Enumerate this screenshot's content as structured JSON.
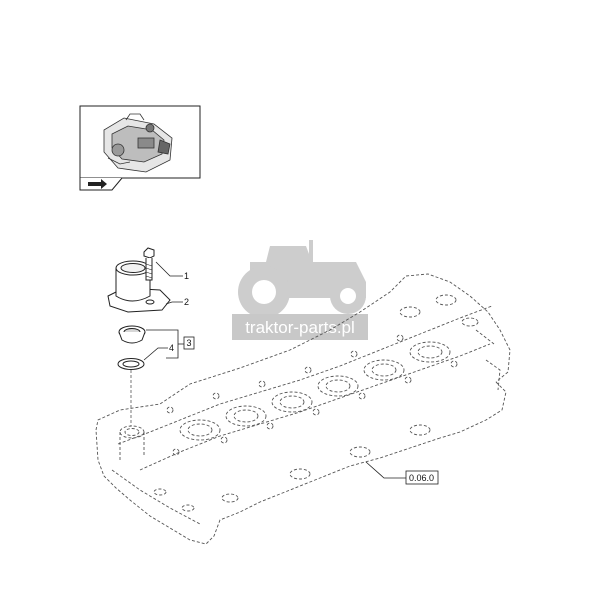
{
  "thumbnail": {
    "alt": "engine overview"
  },
  "callouts": [
    {
      "label": "1"
    },
    {
      "label": "2"
    },
    {
      "label": "3"
    },
    {
      "label": "4"
    }
  ],
  "reference": {
    "label": "0.06.0"
  },
  "watermark": {
    "text": "traktor-parts.pl",
    "color": "#c8c8c8"
  },
  "colors": {
    "line": "#222222",
    "dashed": "#555555"
  }
}
